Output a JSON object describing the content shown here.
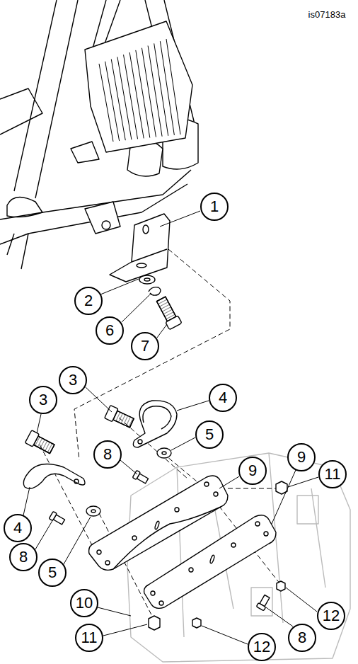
{
  "diagram": {
    "nodes": [
      {
        "text": [
          "1"
        ]
      },
      {
        "text": [
          "2"
        ]
      },
      {
        "text": [
          "6"
        ]
      },
      {
        "text": [
          "7"
        ]
      },
      {
        "text": [
          "3"
        ]
      },
      {
        "text": [
          "4"
        ]
      },
      {
        "text": [
          "3"
        ]
      },
      {
        "text": [
          "5"
        ]
      },
      {
        "text": [
          "8"
        ]
      },
      {
        "text": [
          "9"
        ]
      },
      {
        "text": [
          "9"
        ]
      },
      {
        "text": [
          "11"
        ]
      },
      {
        "text": [
          "4"
        ]
      },
      {
        "text": [
          "8"
        ]
      },
      {
        "text": [
          "5"
        ]
      },
      {
        "text": [
          "10"
        ]
      },
      {
        "text": [
          "12"
        ]
      },
      {
        "text": [
          "8"
        ]
      },
      {
        "text": [
          "11"
        ]
      },
      {
        "text": [
          "12"
        ]
      }
    ],
    "edges": [],
    "labels": [
      "is07183a"
    ]
  }
}
